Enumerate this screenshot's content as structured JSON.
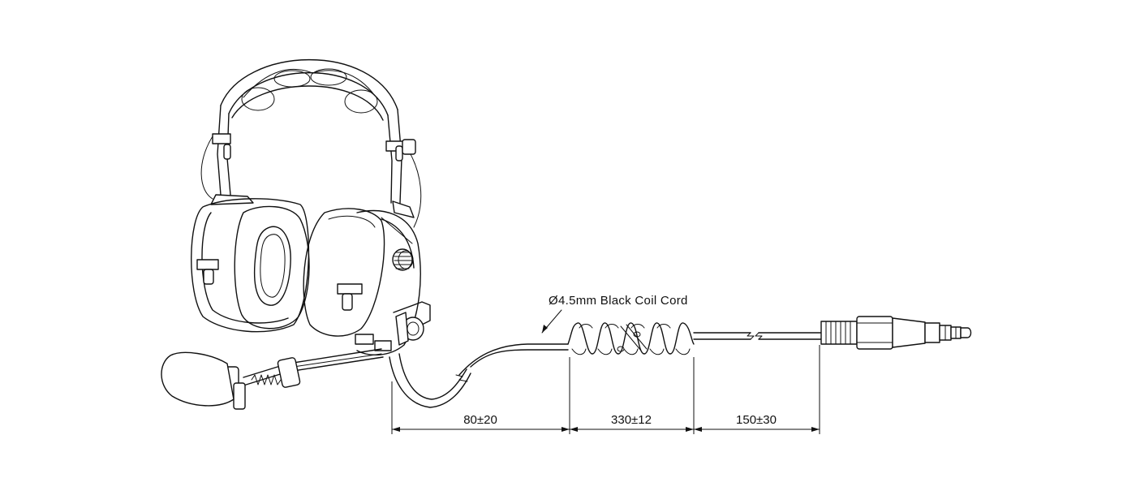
{
  "cord_label": "Ø4.5mm Black Coil Cord",
  "dimensions": [
    {
      "id": "straight-cable",
      "label": "80±20"
    },
    {
      "id": "coil-section",
      "label": "330±12"
    },
    {
      "id": "plug-cable",
      "label": "150±30"
    }
  ]
}
